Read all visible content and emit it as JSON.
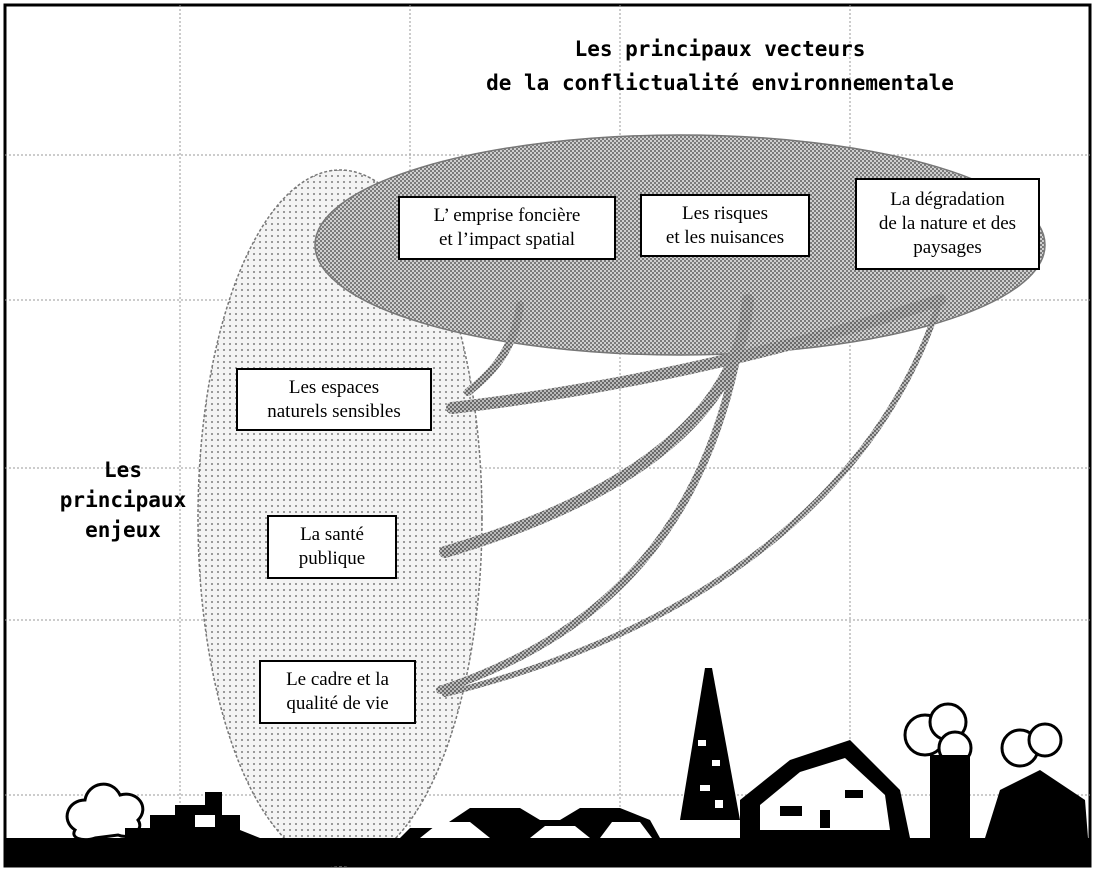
{
  "title": {
    "line1": "Les principaux vecteurs",
    "line2": "de la conflictualité environnementale"
  },
  "left_label": {
    "line1": "Les",
    "line2": "principaux",
    "line3": "enjeux"
  },
  "vecteurs": [
    {
      "line1": "L’ emprise foncière",
      "line2": "et l’impact spatial",
      "line3": ""
    },
    {
      "line1": "Les risques",
      "line2": "et les nuisances",
      "line3": ""
    },
    {
      "line1": "La dégradation",
      "line2": "de la nature et des",
      "line3": "paysages"
    }
  ],
  "enjeux": [
    {
      "line1": "Les espaces",
      "line2": "naturels sensibles"
    },
    {
      "line1": "La santé",
      "line2": "publique"
    },
    {
      "line1": "Le cadre et la",
      "line2": "qualité de vie"
    }
  ],
  "colors": {
    "grid": "#888888",
    "ellipse_top_fill": "#bdbdbd",
    "ellipse_left_fill": "#e8e8e8",
    "arrow": "#9a9a9a",
    "landscape": "#000000"
  }
}
